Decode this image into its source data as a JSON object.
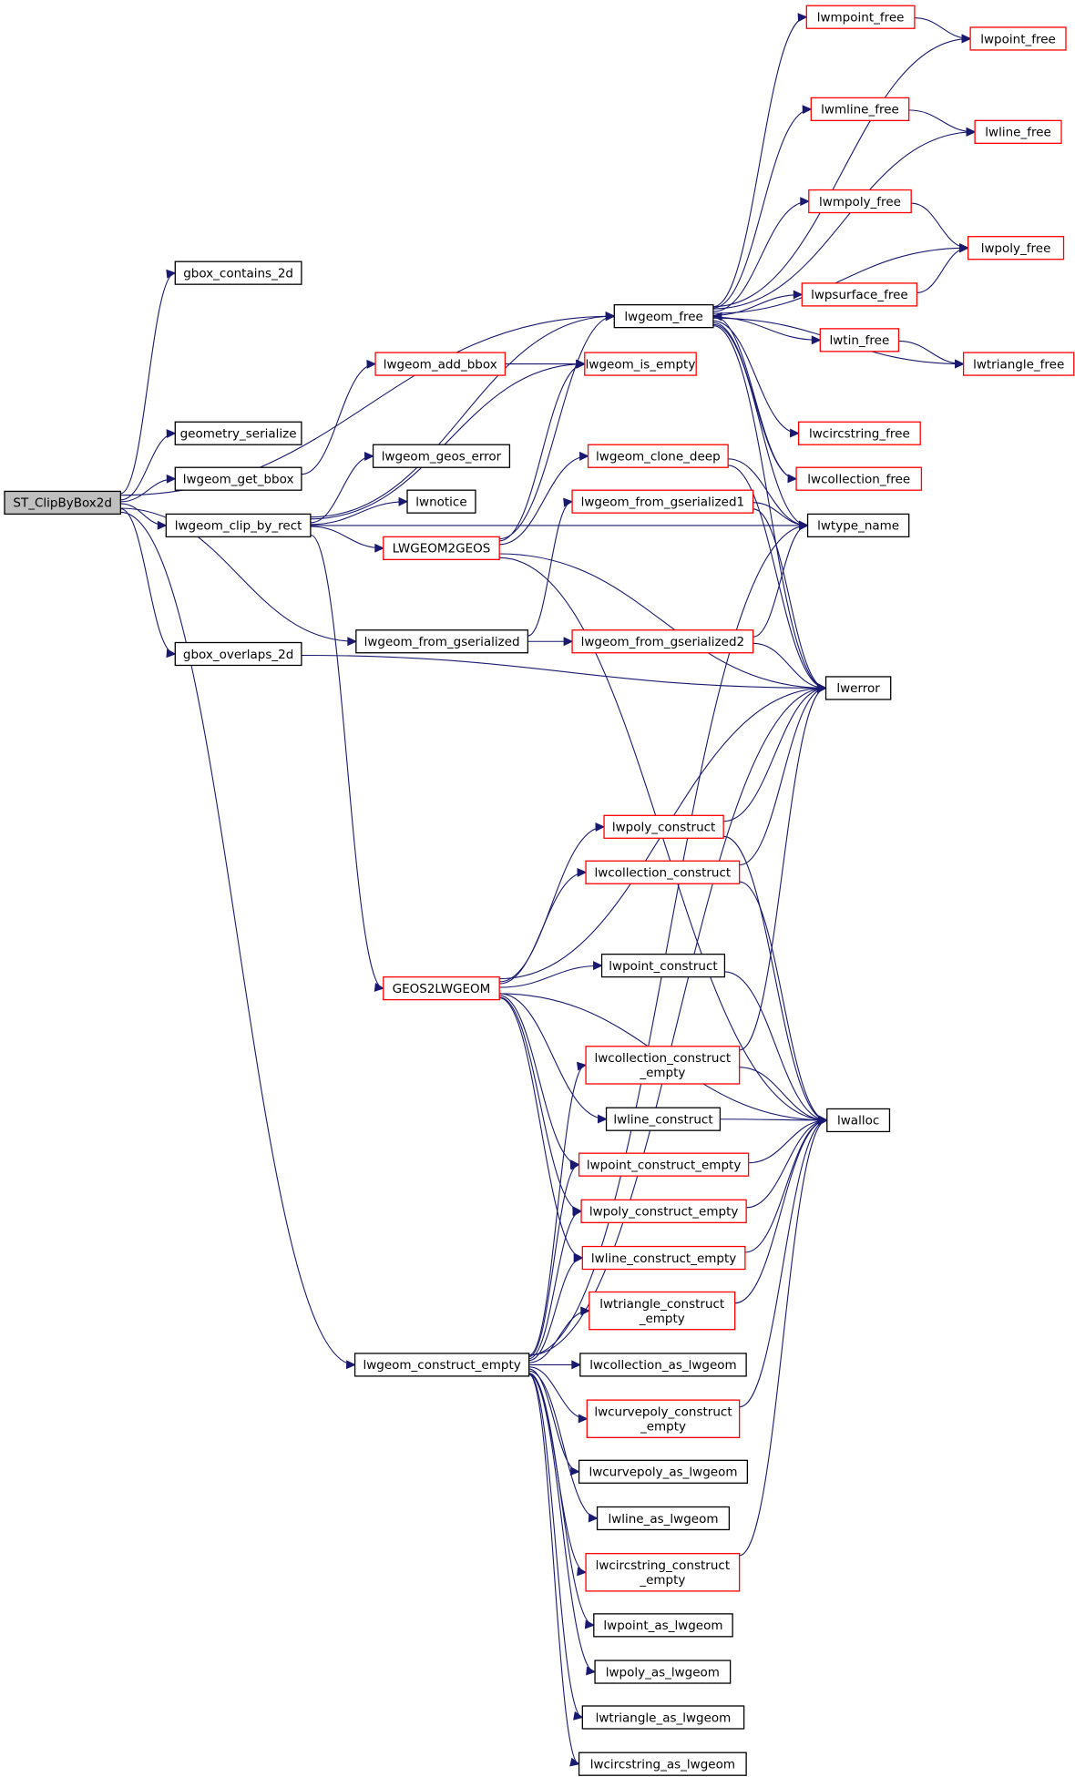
{
  "colors": {
    "edge": "#191970",
    "normal_border": "#000000",
    "truncated_border": "#ff0000",
    "root_fill": "#bfbfbf",
    "node_fill": "#ffffff"
  },
  "nodes": [
    {
      "id": "root",
      "label": [
        "ST_ClipByBox2d"
      ],
      "style": "root"
    },
    {
      "id": "gbox_contains",
      "label": [
        "gbox_contains_2d"
      ],
      "style": "normal"
    },
    {
      "id": "geom_serialize",
      "label": [
        "geometry_serialize"
      ],
      "style": "normal"
    },
    {
      "id": "get_bbox",
      "label": [
        "lwgeom_get_bbox"
      ],
      "style": "normal"
    },
    {
      "id": "clip_rect",
      "label": [
        "lwgeom_clip_by_rect"
      ],
      "style": "normal"
    },
    {
      "id": "gbox_overlaps",
      "label": [
        "gbox_overlaps_2d"
      ],
      "style": "normal"
    },
    {
      "id": "add_bbox",
      "label": [
        "lwgeom_add_bbox"
      ],
      "style": "truncated"
    },
    {
      "id": "geos_error",
      "label": [
        "lwgeom_geos_error"
      ],
      "style": "normal"
    },
    {
      "id": "lwnotice",
      "label": [
        "lwnotice"
      ],
      "style": "normal"
    },
    {
      "id": "lwgeom2geos",
      "label": [
        "LWGEOM2GEOS"
      ],
      "style": "truncated"
    },
    {
      "id": "from_gser",
      "label": [
        "lwgeom_from_gserialized"
      ],
      "style": "normal"
    },
    {
      "id": "geos2lwgeom",
      "label": [
        "GEOS2LWGEOM"
      ],
      "style": "truncated"
    },
    {
      "id": "construct_empty",
      "label": [
        "lwgeom_construct_empty"
      ],
      "style": "normal"
    },
    {
      "id": "lwgeom_free",
      "label": [
        "lwgeom_free"
      ],
      "style": "normal"
    },
    {
      "id": "is_empty",
      "label": [
        "lwgeom_is_empty"
      ],
      "style": "truncated"
    },
    {
      "id": "clone_deep",
      "label": [
        "lwgeom_clone_deep"
      ],
      "style": "truncated"
    },
    {
      "id": "from_gser1",
      "label": [
        "lwgeom_from_gserialized1"
      ],
      "style": "truncated"
    },
    {
      "id": "from_gser2",
      "label": [
        "lwgeom_from_gserialized2"
      ],
      "style": "truncated"
    },
    {
      "id": "lwpoly_construct",
      "label": [
        "lwpoly_construct"
      ],
      "style": "truncated"
    },
    {
      "id": "lwcoll_construct",
      "label": [
        "lwcollection_construct"
      ],
      "style": "truncated"
    },
    {
      "id": "lwpoint_construct",
      "label": [
        "lwpoint_construct"
      ],
      "style": "normal"
    },
    {
      "id": "lwcoll_construct_empty",
      "label": [
        "lwcollection_construct",
        "_empty"
      ],
      "style": "truncated"
    },
    {
      "id": "lwline_construct",
      "label": [
        "lwline_construct"
      ],
      "style": "normal"
    },
    {
      "id": "lwpoint_construct_empty",
      "label": [
        "lwpoint_construct_empty"
      ],
      "style": "truncated"
    },
    {
      "id": "lwpoly_construct_empty",
      "label": [
        "lwpoly_construct_empty"
      ],
      "style": "truncated"
    },
    {
      "id": "lwline_construct_empty",
      "label": [
        "lwline_construct_empty"
      ],
      "style": "truncated"
    },
    {
      "id": "lwtriangle_construct_empty",
      "label": [
        "lwtriangle_construct",
        "_empty"
      ],
      "style": "truncated"
    },
    {
      "id": "lwcoll_as_lwgeom",
      "label": [
        "lwcollection_as_lwgeom"
      ],
      "style": "normal"
    },
    {
      "id": "lwcurvepoly_construct_empty",
      "label": [
        "lwcurvepoly_construct",
        "_empty"
      ],
      "style": "truncated"
    },
    {
      "id": "lwcurvepoly_as_lwgeom",
      "label": [
        "lwcurvepoly_as_lwgeom"
      ],
      "style": "normal"
    },
    {
      "id": "lwline_as_lwgeom",
      "label": [
        "lwline_as_lwgeom"
      ],
      "style": "normal"
    },
    {
      "id": "lwcircstring_construct_empty",
      "label": [
        "lwcircstring_construct",
        "_empty"
      ],
      "style": "truncated"
    },
    {
      "id": "lwpoint_as_lwgeom",
      "label": [
        "lwpoint_as_lwgeom"
      ],
      "style": "normal"
    },
    {
      "id": "lwpoly_as_lwgeom",
      "label": [
        "lwpoly_as_lwgeom"
      ],
      "style": "normal"
    },
    {
      "id": "lwtriangle_as_lwgeom",
      "label": [
        "lwtriangle_as_lwgeom"
      ],
      "style": "normal"
    },
    {
      "id": "lwcircstring_as_lwgeom",
      "label": [
        "lwcircstring_as_lwgeom"
      ],
      "style": "normal"
    },
    {
      "id": "lwmpoint_free",
      "label": [
        "lwmpoint_free"
      ],
      "style": "truncated"
    },
    {
      "id": "lwmline_free",
      "label": [
        "lwmline_free"
      ],
      "style": "truncated"
    },
    {
      "id": "lwmpoly_free",
      "label": [
        "lwmpoly_free"
      ],
      "style": "truncated"
    },
    {
      "id": "lwpsurface_free",
      "label": [
        "lwpsurface_free"
      ],
      "style": "truncated"
    },
    {
      "id": "lwtin_free",
      "label": [
        "lwtin_free"
      ],
      "style": "truncated"
    },
    {
      "id": "lwcircstring_free",
      "label": [
        "lwcircstring_free"
      ],
      "style": "truncated"
    },
    {
      "id": "lwcollection_free",
      "label": [
        "lwcollection_free"
      ],
      "style": "truncated"
    },
    {
      "id": "lwtype_name",
      "label": [
        "lwtype_name"
      ],
      "style": "normal"
    },
    {
      "id": "lwerror",
      "label": [
        "lwerror"
      ],
      "style": "normal"
    },
    {
      "id": "lwalloc",
      "label": [
        "lwalloc"
      ],
      "style": "normal"
    },
    {
      "id": "lwpoint_free",
      "label": [
        "lwpoint_free"
      ],
      "style": "truncated"
    },
    {
      "id": "lwline_free",
      "label": [
        "lwline_free"
      ],
      "style": "truncated"
    },
    {
      "id": "lwpoly_free",
      "label": [
        "lwpoly_free"
      ],
      "style": "truncated"
    },
    {
      "id": "lwtriangle_free",
      "label": [
        "lwtriangle_free"
      ],
      "style": "truncated"
    }
  ],
  "edges": [
    [
      "root",
      "gbox_contains"
    ],
    [
      "root",
      "geom_serialize"
    ],
    [
      "root",
      "get_bbox"
    ],
    [
      "root",
      "clip_rect"
    ],
    [
      "root",
      "gbox_overlaps"
    ],
    [
      "root",
      "from_gser"
    ],
    [
      "root",
      "construct_empty"
    ],
    [
      "root",
      "lwgeom_free"
    ],
    [
      "get_bbox",
      "add_bbox"
    ],
    [
      "clip_rect",
      "is_empty"
    ],
    [
      "clip_rect",
      "geos_error"
    ],
    [
      "clip_rect",
      "lwnotice"
    ],
    [
      "clip_rect",
      "lwgeom2geos"
    ],
    [
      "clip_rect",
      "geos2lwgeom"
    ],
    [
      "clip_rect",
      "lwgeom_free"
    ],
    [
      "clip_rect",
      "lwtype_name"
    ],
    [
      "add_bbox",
      "is_empty"
    ],
    [
      "lwgeom2geos",
      "lwgeom_free"
    ],
    [
      "lwgeom2geos",
      "is_empty"
    ],
    [
      "lwgeom2geos",
      "clone_deep"
    ],
    [
      "lwgeom2geos",
      "lwerror"
    ],
    [
      "lwgeom2geos",
      "lwalloc"
    ],
    [
      "from_gser",
      "from_gser1"
    ],
    [
      "from_gser",
      "from_gser2"
    ],
    [
      "gbox_overlaps",
      "lwerror"
    ],
    [
      "lwgeom_free",
      "lwmpoint_free"
    ],
    [
      "lwgeom_free",
      "lwpoint_free"
    ],
    [
      "lwgeom_free",
      "lwmline_free"
    ],
    [
      "lwgeom_free",
      "lwline_free"
    ],
    [
      "lwgeom_free",
      "lwmpoly_free"
    ],
    [
      "lwgeom_free",
      "lwpoly_free"
    ],
    [
      "lwgeom_free",
      "lwpsurface_free"
    ],
    [
      "lwgeom_free",
      "lwtin_free"
    ],
    [
      "lwgeom_free",
      "lwtriangle_free"
    ],
    [
      "lwgeom_free",
      "lwcircstring_free"
    ],
    [
      "lwgeom_free",
      "lwcollection_free"
    ],
    [
      "lwgeom_free",
      "lwtype_name"
    ],
    [
      "lwgeom_free",
      "lwerror"
    ],
    [
      "lwmpoint_free",
      "lwpoint_free"
    ],
    [
      "lwmline_free",
      "lwline_free"
    ],
    [
      "lwmpoly_free",
      "lwpoly_free"
    ],
    [
      "lwpsurface_free",
      "lwpoly_free"
    ],
    [
      "lwtin_free",
      "lwtriangle_free"
    ],
    [
      "lwcollection_free",
      "lwgeom_free"
    ],
    [
      "clone_deep",
      "lwtype_name"
    ],
    [
      "clone_deep",
      "lwerror"
    ],
    [
      "from_gser1",
      "lwtype_name"
    ],
    [
      "from_gser1",
      "lwerror"
    ],
    [
      "from_gser2",
      "lwtype_name"
    ],
    [
      "from_gser2",
      "lwerror"
    ],
    [
      "geos2lwgeom",
      "lwerror"
    ],
    [
      "geos2lwgeom",
      "lwpoly_construct"
    ],
    [
      "geos2lwgeom",
      "lwcoll_construct"
    ],
    [
      "geos2lwgeom",
      "lwpoint_construct"
    ],
    [
      "geos2lwgeom",
      "lwline_construct"
    ],
    [
      "geos2lwgeom",
      "lwpoint_construct_empty"
    ],
    [
      "geos2lwgeom",
      "lwpoly_construct_empty"
    ],
    [
      "geos2lwgeom",
      "lwline_construct_empty"
    ],
    [
      "geos2lwgeom",
      "lwalloc"
    ],
    [
      "lwpoly_construct",
      "lwerror"
    ],
    [
      "lwpoly_construct",
      "lwalloc"
    ],
    [
      "lwcoll_construct",
      "lwerror"
    ],
    [
      "lwcoll_construct",
      "lwalloc"
    ],
    [
      "lwpoint_construct",
      "lwalloc"
    ],
    [
      "lwcoll_construct_empty",
      "lwerror"
    ],
    [
      "lwcoll_construct_empty",
      "lwalloc"
    ],
    [
      "lwline_construct",
      "lwalloc"
    ],
    [
      "lwpoint_construct_empty",
      "lwalloc"
    ],
    [
      "lwpoly_construct_empty",
      "lwalloc"
    ],
    [
      "lwline_construct_empty",
      "lwalloc"
    ],
    [
      "lwtriangle_construct_empty",
      "lwalloc"
    ],
    [
      "lwcurvepoly_construct_empty",
      "lwalloc"
    ],
    [
      "lwcircstring_construct_empty",
      "lwalloc"
    ],
    [
      "construct_empty",
      "lwtype_name"
    ],
    [
      "construct_empty",
      "lwerror"
    ],
    [
      "construct_empty",
      "lwcoll_construct_empty"
    ],
    [
      "construct_empty",
      "lwpoint_construct_empty"
    ],
    [
      "construct_empty",
      "lwpoly_construct_empty"
    ],
    [
      "construct_empty",
      "lwline_construct_empty"
    ],
    [
      "construct_empty",
      "lwtriangle_construct_empty"
    ],
    [
      "construct_empty",
      "lwcoll_as_lwgeom"
    ],
    [
      "construct_empty",
      "lwcurvepoly_construct_empty"
    ],
    [
      "construct_empty",
      "lwcurvepoly_as_lwgeom"
    ],
    [
      "construct_empty",
      "lwline_as_lwgeom"
    ],
    [
      "construct_empty",
      "lwcircstring_construct_empty"
    ],
    [
      "construct_empty",
      "lwpoint_as_lwgeom"
    ],
    [
      "construct_empty",
      "lwpoly_as_lwgeom"
    ],
    [
      "construct_empty",
      "lwtriangle_as_lwgeom"
    ],
    [
      "construct_empty",
      "lwcircstring_as_lwgeom"
    ]
  ]
}
